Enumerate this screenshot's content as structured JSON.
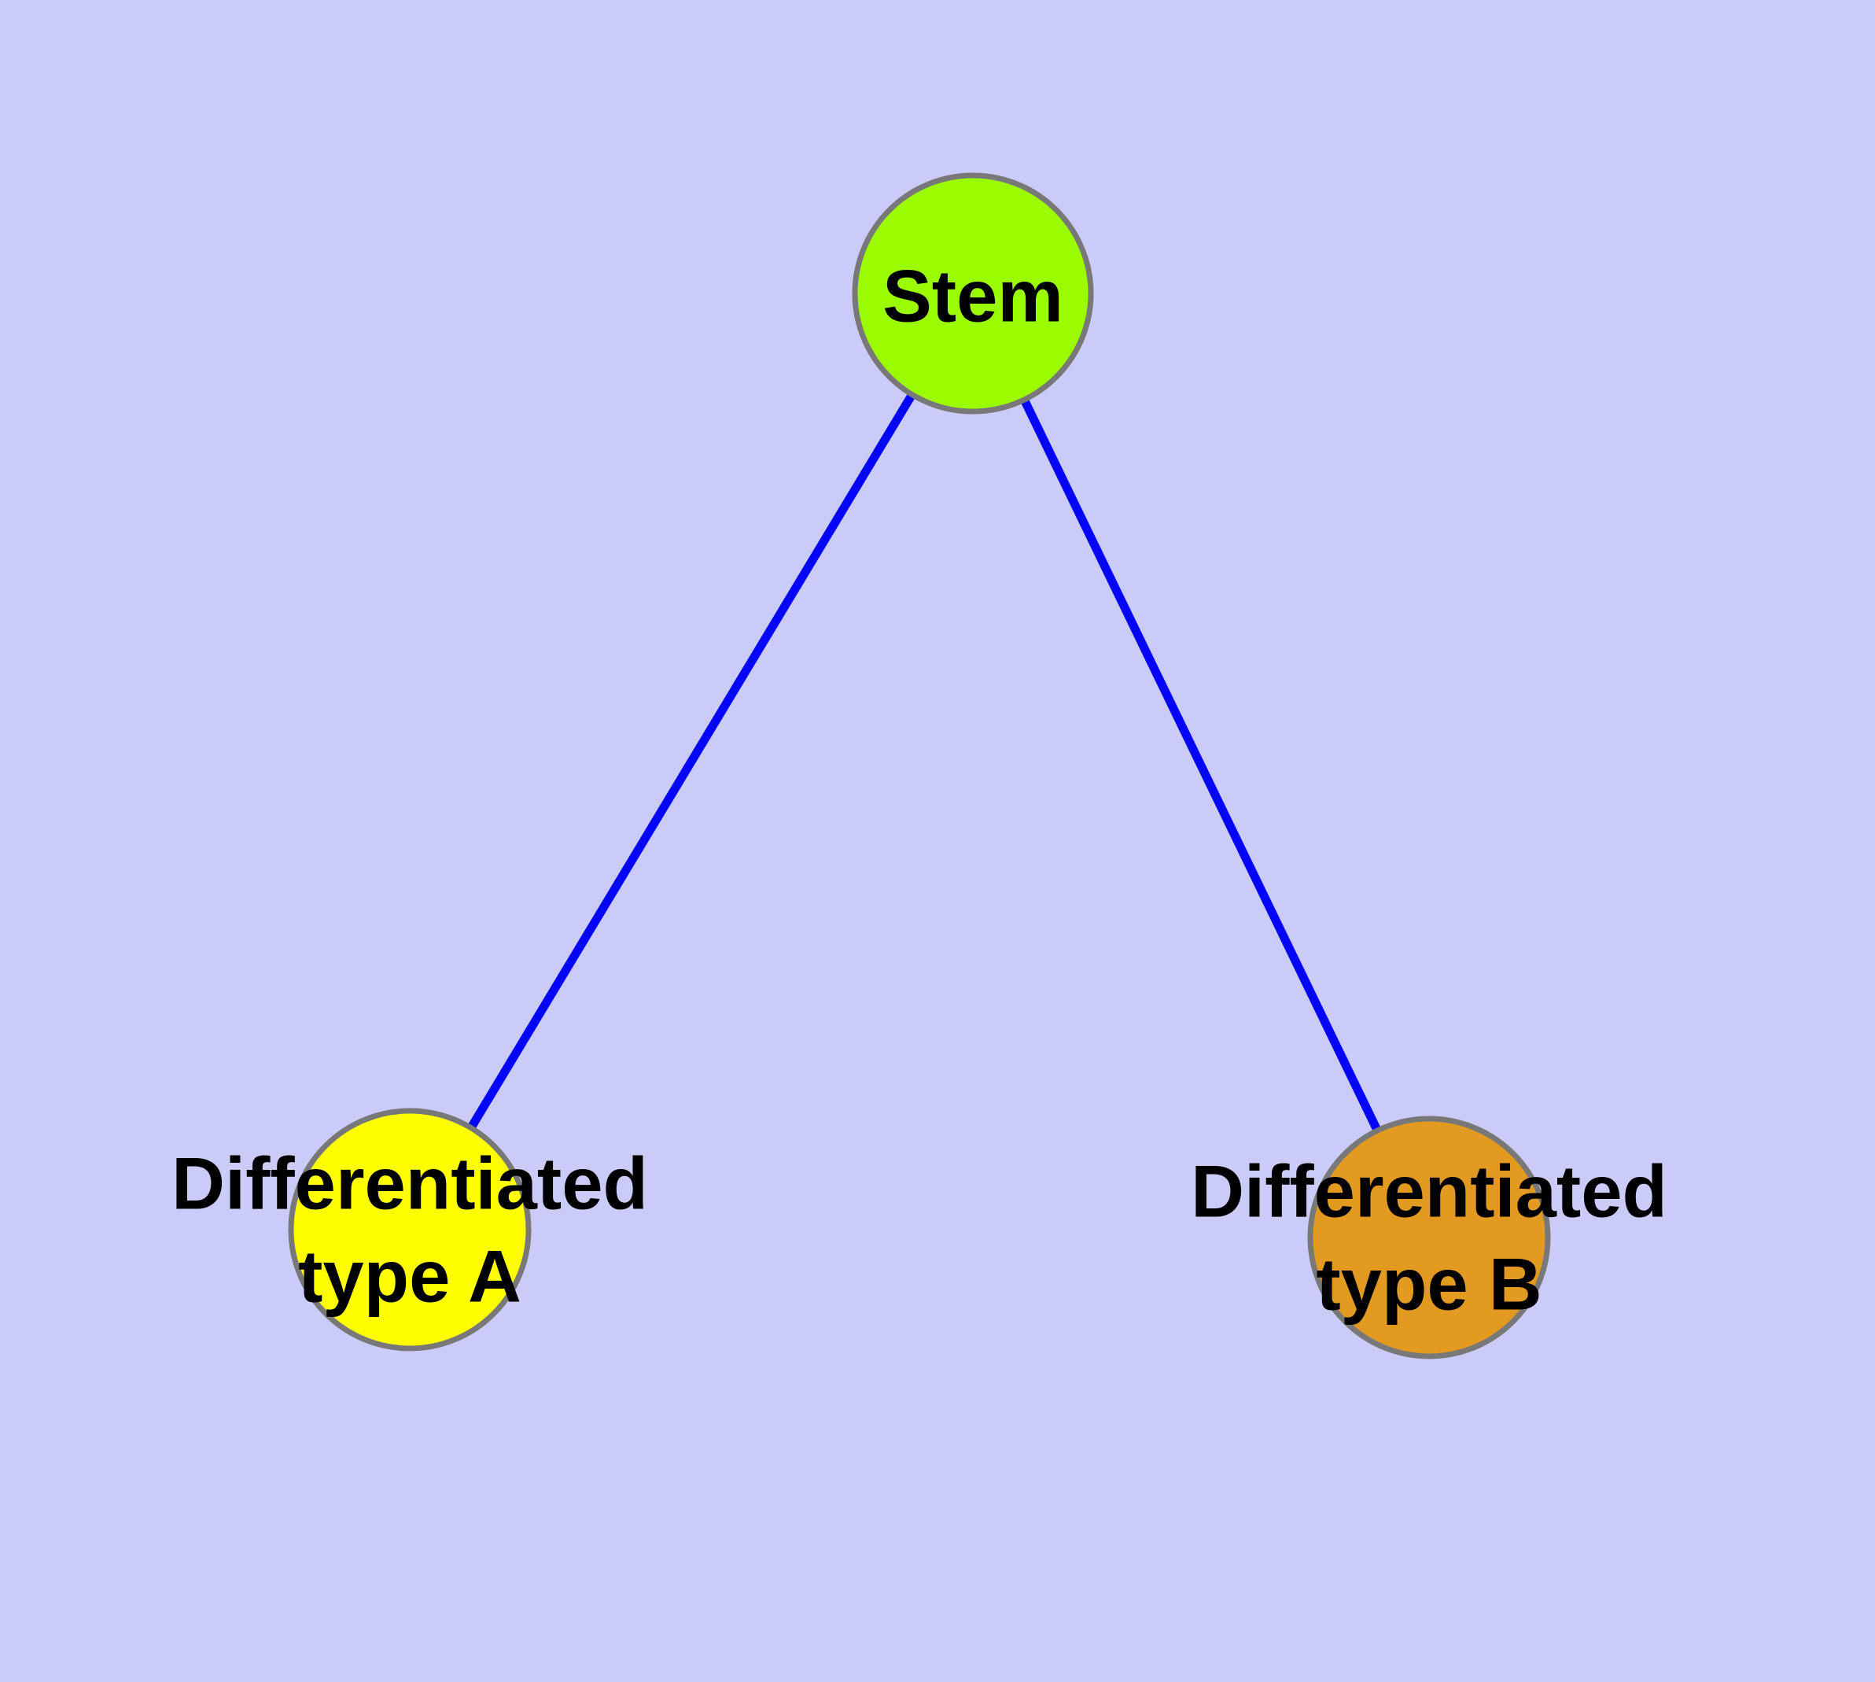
{
  "diagram": {
    "background_color": "#CBCBF8",
    "edge_color": "#0404FC",
    "node_border_color": "#787878",
    "label_color": "#000000",
    "nodes": {
      "stem": {
        "label": "Stem",
        "fill": "#9BFB00"
      },
      "type_a": {
        "label_line1": "Differentiated",
        "label_line2": "type A",
        "fill": "#FFFF00"
      },
      "type_b": {
        "label_line1": "Differentiated",
        "label_line2": "type B",
        "fill": "#E29A20"
      }
    },
    "edges": [
      {
        "from": "Stem",
        "to": "Differentiated type A"
      },
      {
        "from": "Stem",
        "to": "Differentiated type B"
      }
    ]
  }
}
